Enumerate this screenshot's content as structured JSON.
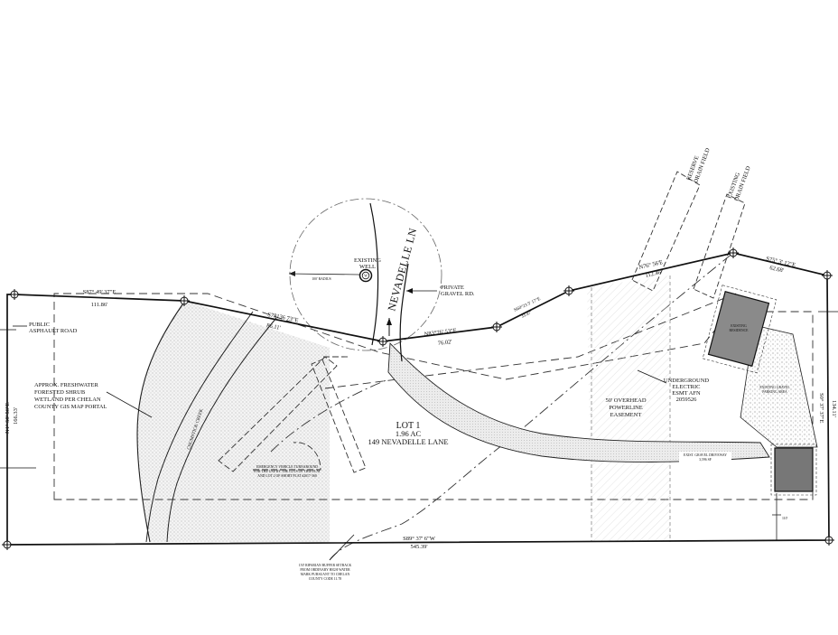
{
  "site_plan": {
    "lot": {
      "name": "LOT 1",
      "area": "1.96 AC",
      "address": "149 NEVADELLE LANE"
    },
    "road": {
      "name": "NEVADELLE LN",
      "private_label": [
        "PRIVATE",
        "GRAVEL RD."
      ],
      "public_label": [
        "PUBLIC",
        "ASPHAULT ROAD"
      ]
    },
    "well": {
      "label": [
        "EXISTING",
        "WELL"
      ],
      "symbol": "W",
      "radius_note": "100' RADIUS"
    },
    "wetland": [
      "APPROX. FRESHWATER",
      "FORESTED SHRUB",
      "WETLAND PER CHELAN",
      "COUNTY GIS MAP PORTAL"
    ],
    "creek": "CHUMSTICK CREEK",
    "easements": {
      "powerline": [
        "50' OVERHEAD",
        "POWERLINE",
        "EASEMENT"
      ],
      "electric": [
        "UNDERGROUND",
        "ELECTRIC",
        "ESMT AFN",
        "2059526"
      ]
    },
    "drainfields": {
      "reserve": [
        "RESERVE",
        "DRAIN FIELD"
      ],
      "existing": [
        "EXISTING",
        "DRAIN FIELD"
      ]
    },
    "driveway": [
      "EXIST. GRAVEL DRIVEWAY",
      "3,596 SF"
    ],
    "turnaround": [
      "EMERGENCY VEHICLE TURNAROUND",
      "FOR THE USE BY THE LOTS OF THIS PLAT",
      "AND LOT 2 OF SHORT PLAT #2017-360"
    ],
    "riparian_note": [
      "150' RIPARIAN BUFFER SETBACK",
      "FROM ORDINARY HIGH WATER",
      "MARK PURSUANT TO CHELAN",
      "COUNTY CODE 11.78"
    ],
    "buildings": {
      "residence": [
        "EXISTING",
        "RESIDENCE"
      ],
      "gravel_area": [
        "EXISTING GRAVEL",
        "PARKING AREA"
      ]
    },
    "small_dim": "110'",
    "bearings": {
      "top_left": {
        "bearing": "S87° 49' 37\"E",
        "distance": "111.86'"
      },
      "top_mid": {
        "bearing": "S78136 73\"E",
        "distance": "86.11'"
      },
      "road_seg": {
        "bearing": "N83°76' 53\"E",
        "distance": "76.02'"
      },
      "mid_seg": {
        "bearing": "N60°23 5' 17\"E",
        "distance": "33.47'"
      },
      "upper_seg": {
        "bearing": "N76° 56'E",
        "distance": "112.46'"
      },
      "top_right": {
        "bearing": "S75° 3' 12\"E",
        "distance": "62.68'"
      },
      "west": {
        "bearing": "N1° 58' 56\"E",
        "distance": "166.33'"
      },
      "east": {
        "bearing": "S0° 37' 37\"E",
        "distance": "134.11'"
      },
      "south": {
        "bearing": "S89° 37' 6\"W",
        "distance": "545.39'"
      }
    }
  }
}
